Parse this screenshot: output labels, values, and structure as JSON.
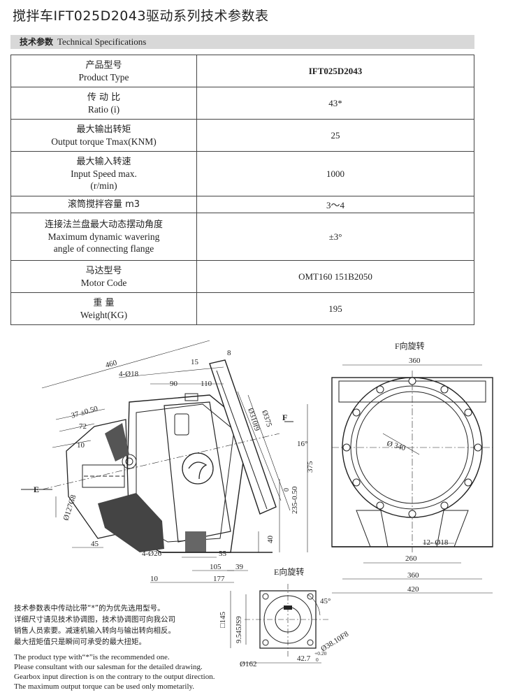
{
  "title": "搅拌车IFT025D2043驱动系列技术参数表",
  "section": {
    "zh": "技术参数",
    "en": "Technical Specifications"
  },
  "rows": [
    {
      "zh": "产品型号",
      "en": [
        "Product Type"
      ],
      "value": "IFT025D2043",
      "bold": true
    },
    {
      "zh": "传 动 比",
      "en": [
        "Ratio (i)"
      ],
      "value": "43*"
    },
    {
      "zh": "最大输出转矩",
      "en": [
        "Output torque Tmax(KNM)"
      ],
      "value": "25"
    },
    {
      "zh": "最大输入转速",
      "en": [
        "Input Speed max.",
        "(r/min)"
      ],
      "value": "1000"
    },
    {
      "zh": "滚筒搅拌容量 m3",
      "en": [],
      "value": "3～4"
    },
    {
      "zh": "连接法兰盘最大动态摆动角度",
      "en": [
        "Maximum dynamic wavering",
        "angle of connecting flange"
      ],
      "value": "±3°"
    },
    {
      "zh": "马达型号",
      "en": [
        "Motor Code"
      ],
      "value": "OMT160 151B2050"
    },
    {
      "zh": "重 量",
      "en": [
        "Weight(KG)"
      ],
      "value": "195"
    }
  ],
  "drawing": {
    "f_view_title": "F向旋转",
    "e_view_title": "E向旋转",
    "dims_side": [
      "460",
      "8",
      "15",
      "4-Ø18",
      "90",
      "110",
      "37 ±0.50",
      "72",
      "10",
      "Ø310f9",
      "Ø375",
      "F",
      "16°",
      "375",
      "0",
      "235-0.50",
      "E",
      "Ø127G8",
      "45",
      "40",
      "4-Ø26",
      "55",
      "105",
      "39",
      "10",
      "177"
    ],
    "dims_front": [
      "360",
      "Ø 340",
      "12- Ø18",
      "260",
      "360",
      "420"
    ],
    "dims_e": [
      "45°",
      "□145",
      "9.545JS9",
      "Ø38.10F8",
      "42.7",
      "+0.20",
      "0",
      "Ø162"
    ]
  },
  "notes_zh": [
    "技术参数表中传动比带“*”的为优先选用型号。",
    "详细尺寸请见技术协调图，技术协调图可向我公司",
    "销售人员索要。减速机输入转向与输出转向相反。",
    "最大扭矩值只是瞬间可承受的最大扭矩。"
  ],
  "notes_en": [
    "The product type with“*”is  the recommended one.",
    "Please consultant with our salesman for the detailed drawing.",
    "Gearbox input direction is on the contrary to the output direction.",
    "The maximum output torque can be used only mometarily."
  ]
}
